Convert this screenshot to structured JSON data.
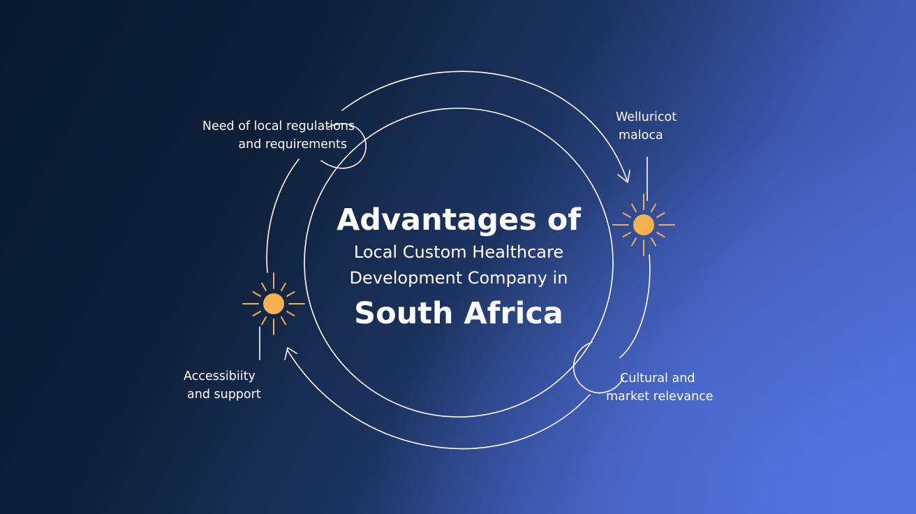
{
  "center": {
    "line1": "Advantages of",
    "line2": "Local Custom Healthcare",
    "line3": "Development Company in",
    "line4": "South Africa"
  },
  "items": [
    {
      "line1": "Need of local regulations",
      "line2": "and requirements"
    },
    {
      "line1": "Welluricot",
      "line2": "maloca"
    },
    {
      "line1": "Cultural and",
      "line2": "market relevance"
    },
    {
      "line1": "Accessibiity",
      "line2": "and support"
    }
  ],
  "colors": {
    "line": "#ffffff",
    "sun": "#f5b04f"
  },
  "icons": [
    "sun-icon",
    "arrowhead-icon"
  ]
}
